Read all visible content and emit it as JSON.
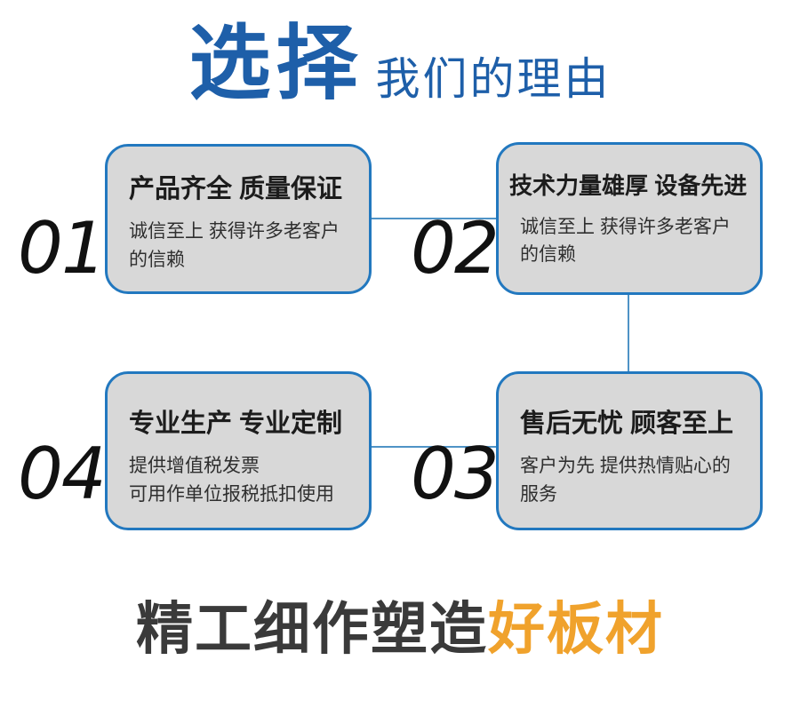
{
  "title": {
    "primary": "选择",
    "secondary": "我们的理由"
  },
  "cards": [
    {
      "number": "01",
      "heading": "产品齐全 质量保证",
      "body": "诚信至上 获得许多老客户\n的信赖"
    },
    {
      "number": "02",
      "heading": "技术力量雄厚 设备先进",
      "body": "诚信至上 获得许多老客户\n的信赖"
    },
    {
      "number": "03",
      "heading": "售后无忧 顾客至上",
      "body": "客户为先 提供热情贴心的\n服务"
    },
    {
      "number": "04",
      "heading": "专业生产 专业定制",
      "body": "提供增值税发票\n可用作单位报税抵扣使用"
    }
  ],
  "tagline": {
    "normal": "精工细作塑造",
    "highlight": "好板材"
  },
  "colors": {
    "title_blue": "#1e5fa9",
    "card_border_blue": "#2278bf",
    "connector_blue": "#4f93c6",
    "card_fill_gray": "#d8d8d8",
    "number_black": "#111111",
    "tagline_dark": "#3a3a3a",
    "tagline_orange": "#f0a22c",
    "background": "#ffffff"
  }
}
